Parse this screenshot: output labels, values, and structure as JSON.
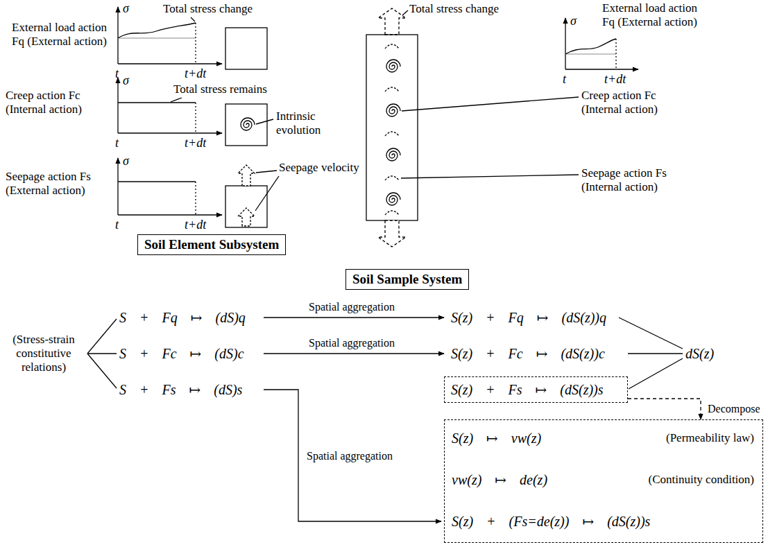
{
  "diagram": {
    "nodes": [
      {
        "text": [
          "Soil Element Subsystem"
        ]
      },
      {
        "text": [
          "Soil Sample System"
        ]
      },
      {
        "text": [
          "S(z) + Fs ↦ (dS(z))s"
        ]
      },
      {
        "text": [
          "S(z) ↦ vw(z)",
          "(Permeability law)",
          "vw(z) ↦ de(z)",
          "(Continuity condition)",
          "S(z) + (Fs=de(z)) ↦ (dS(z))s"
        ]
      }
    ],
    "edges": [
      {
        "from": 2,
        "to": 3,
        "arrow": "to",
        "label": "Decompose"
      }
    ],
    "labels": [
      "Total stress change",
      "σ",
      "External load action Fq (External action)",
      "t",
      "t+dt",
      "σ",
      "Total stress remains",
      "Creep action Fc (Internal action)",
      "Intrinsic evolution",
      "t",
      "t+dt",
      "σ",
      "Seepage velocity",
      "Seepage action Fs (External action)",
      "t",
      "t+dt",
      "Total stress change",
      "σ",
      "External load action Fq (External action)",
      "t",
      "t+dt",
      "Creep action Fc (Internal action)",
      "Seepage action Fs (Internal action)",
      "(Stress-strain constitutive relations)",
      "S + Fq ↦ (dS)q",
      "Spatial aggregation",
      "S(z) + Fq ↦ (dS(z))q",
      "S + Fc ↦ (dS)c",
      "Spatial aggregation",
      "S(z) + Fc ↦ (dS(z))c",
      "dS(z)",
      "S + Fs ↦ (dS)s",
      "Spatial aggregation"
    ]
  }
}
